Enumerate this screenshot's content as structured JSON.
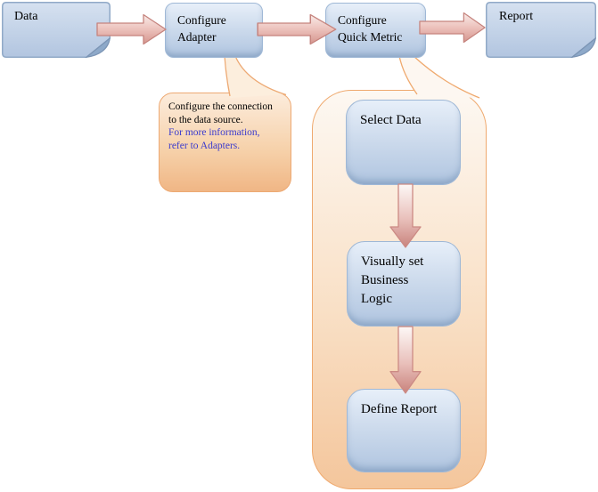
{
  "flow": {
    "nodes": {
      "data": {
        "label": "Data"
      },
      "configure_adapter": {
        "line1": "Configure",
        "line2": "Adapter"
      },
      "configure_quick_metric": {
        "line1": "Configure",
        "line2": "Quick Metric"
      },
      "report": {
        "label": "Report"
      }
    },
    "steps": {
      "select_data": {
        "label": "Select Data"
      },
      "business_logic": {
        "line1": "Visually set",
        "line2": "Business",
        "line3": "Logic"
      },
      "define_report": {
        "label": "Define Report"
      }
    },
    "adapter_callout": {
      "line1": "Configure the connection",
      "line2": "to the data source.",
      "link_line1": "For more information,",
      "link_line2": "refer to Adapters."
    },
    "colors": {
      "node_border": "#9fb8d6",
      "node_fill_top": "#e7eff9",
      "node_fill_bottom": "#b0c5e0",
      "doc_fold": "#8ea9c9",
      "arrow_fill_light": "#f8e8e4",
      "arrow_fill_dark": "#d5958e",
      "arrow_border": "#c5837d",
      "callout_border": "#eda973",
      "callout_fill_top": "#fdf8f2",
      "callout_fill_bottom": "#f4c69c",
      "link_text": "#3b3bcd"
    }
  }
}
